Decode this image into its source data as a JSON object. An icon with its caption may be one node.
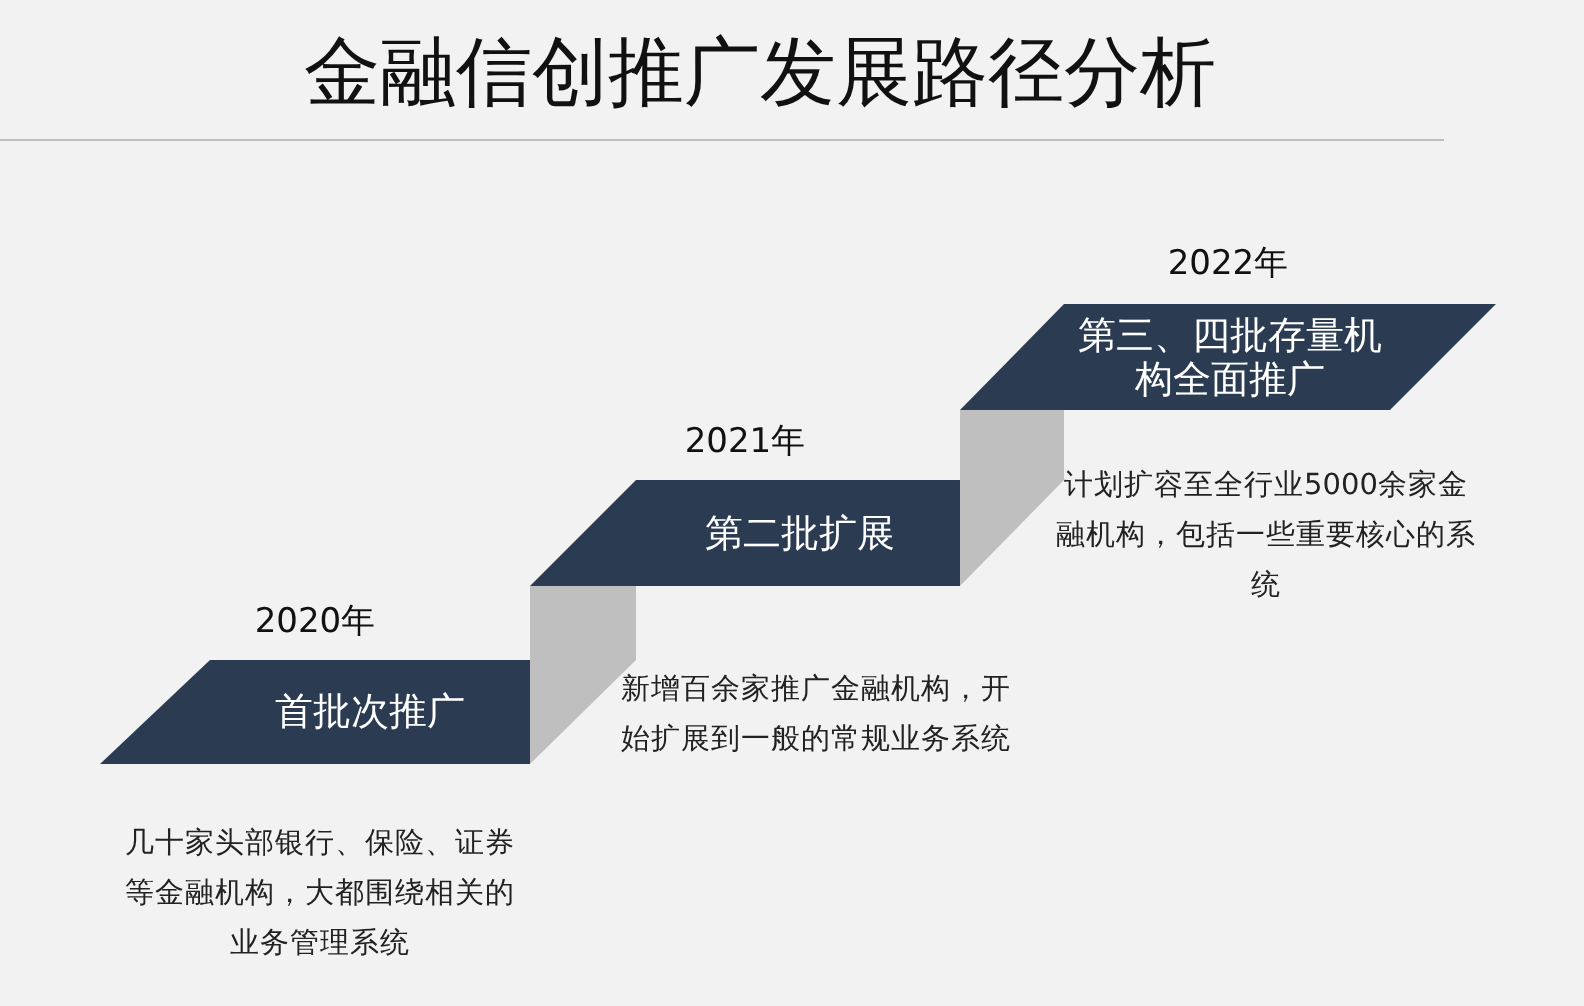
{
  "diagram": {
    "title": "金融信创推广发展路径分析",
    "nodes": [
      {
        "text": [
          "2020年",
          "首批次推广"
        ],
        "beside": [
          "几十家头部银行、保险、证券等金融机构，大都围绕相关的业务管理系统"
        ]
      },
      {
        "text": [
          "2021年",
          "第二批扩展"
        ],
        "beside": [
          "新增百余家推广金融机构，开始扩展到一般的常规业务系统"
        ]
      },
      {
        "text": [
          "2022年",
          "第三、四批存量机构全面推广"
        ],
        "beside": [
          "计划扩容至全行业5000余家金融机构，包括一些重要核心的系统"
        ]
      }
    ],
    "edges": []
  }
}
